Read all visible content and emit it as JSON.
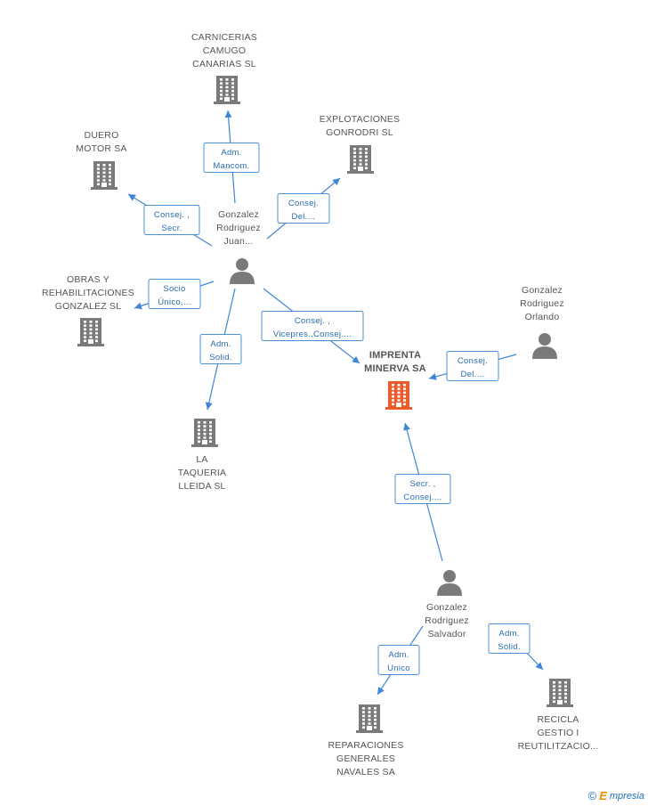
{
  "colors": {
    "company": "#7a7a7a",
    "company_main": "#ee5a2a",
    "person": "#7a7a7a",
    "edge": "#3f86d6",
    "edge_text": "#2b6cb0"
  },
  "nodes": [
    {
      "id": "carnicerias",
      "type": "company",
      "icon": "building-icon",
      "lines": [
        "CARNICERIAS",
        "CAMUGO",
        "CANARIAS SL"
      ]
    },
    {
      "id": "duero",
      "type": "company",
      "icon": "building-icon",
      "lines": [
        "DUERO",
        "MOTOR SA"
      ]
    },
    {
      "id": "explotaciones",
      "type": "company",
      "icon": "building-icon",
      "lines": [
        "EXPLOTACIONES",
        "GONRODRI  SL"
      ]
    },
    {
      "id": "obras",
      "type": "company",
      "icon": "building-icon",
      "lines": [
        "OBRAS Y",
        "REHABILITACIONES",
        "GONZALEZ SL"
      ]
    },
    {
      "id": "taqueria",
      "type": "company",
      "icon": "building-icon",
      "lines": [
        "LA",
        "TAQUERIA",
        "LLEIDA  SL"
      ]
    },
    {
      "id": "imprenta",
      "type": "company_main",
      "icon": "building-icon",
      "lines": [
        "IMPRENTA",
        "MINERVA SA"
      ]
    },
    {
      "id": "juan",
      "type": "person",
      "icon": "person-icon",
      "lines": [
        "Gonzalez",
        "Rodriguez",
        "Juan..."
      ]
    },
    {
      "id": "orlando",
      "type": "person",
      "icon": "person-icon",
      "lines": [
        "Gonzalez",
        "Rodriguez",
        "Orlando"
      ]
    },
    {
      "id": "salvador",
      "type": "person",
      "icon": "person-icon",
      "lines": [
        "Gonzalez",
        "Rodriguez",
        "Salvador"
      ]
    },
    {
      "id": "reparaciones",
      "type": "company",
      "icon": "building-icon",
      "lines": [
        "REPARACIONES",
        "GENERALES",
        "NAVALES SA"
      ]
    },
    {
      "id": "recicla",
      "type": "company",
      "icon": "building-icon",
      "lines": [
        "RECICLA",
        "GESTIO I",
        "REUTILITZACIO..."
      ]
    }
  ],
  "edges": [
    {
      "from": "juan",
      "to": "carnicerias",
      "lines": [
        "Adm.",
        "Mancom."
      ]
    },
    {
      "from": "juan",
      "to": "duero",
      "lines": [
        "Consej. ,",
        "Secr."
      ]
    },
    {
      "from": "juan",
      "to": "explotaciones",
      "lines": [
        "Consej.",
        "Del...."
      ]
    },
    {
      "from": "juan",
      "to": "obras",
      "lines": [
        "Socio",
        "Único,..."
      ]
    },
    {
      "from": "juan",
      "to": "taqueria",
      "lines": [
        "Adm.",
        "Solid."
      ]
    },
    {
      "from": "juan",
      "to": "imprenta",
      "lines": [
        "Consej. ,",
        "Vicepres.,Consej...."
      ]
    },
    {
      "from": "orlando",
      "to": "imprenta",
      "lines": [
        "Consej.",
        "Del...."
      ]
    },
    {
      "from": "salvador",
      "to": "imprenta",
      "lines": [
        "Secr. ,",
        "Consej...."
      ]
    },
    {
      "from": "salvador",
      "to": "reparaciones",
      "lines": [
        "Adm.",
        "Unico"
      ]
    },
    {
      "from": "salvador",
      "to": "recicla",
      "lines": [
        "Adm.",
        "Solid."
      ]
    }
  ],
  "footer": {
    "copyright": "©",
    "brand_initial": "E",
    "brand_rest": "mpresia"
  }
}
